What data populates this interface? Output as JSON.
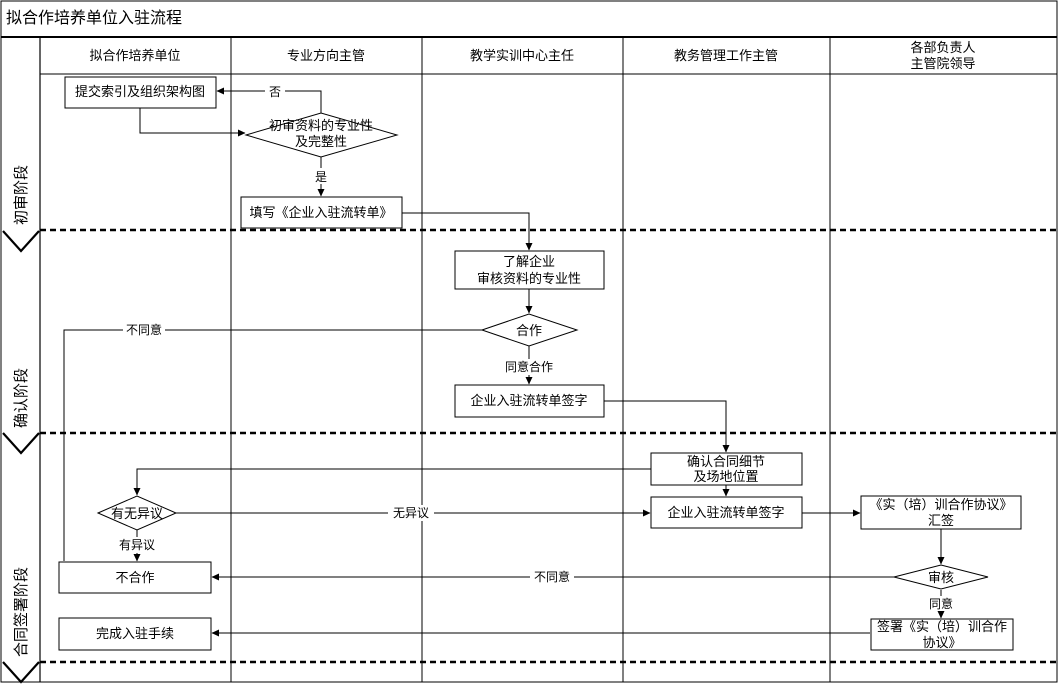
{
  "title": "拟合作培养单位入驻流程",
  "lanes": [
    "拟合作培养单位",
    "专业方向主管",
    "教学实训中心主任",
    "教务管理工作主管",
    "各部负责人\n主管院领导"
  ],
  "phases": [
    "初审阶段",
    "确认阶段",
    "合同签署阶段"
  ],
  "nodes": {
    "submit": "提交索引及组织架构图",
    "initial_review": "初审资料的专业性\n及完整性",
    "fill_form": "填写《企业入驻流转单》",
    "understand": "了解企业\n审核资料的专业性",
    "cooperate": "合作",
    "sign_form_1": "企业入驻流转单签字",
    "confirm_details": "确认合同细节\n及场地位置",
    "sign_form_2": "企业入驻流转单签字",
    "agreement_summary": "《实（培）训合作协议》\n汇签",
    "objection": "有无异议",
    "no_cooperation": "不合作",
    "audit": "审核",
    "complete": "完成入驻手续",
    "sign_agreement": "签署《实（培）训合作\n协议》"
  },
  "labels": {
    "no": "否",
    "yes": "是",
    "disagree_1": "不同意",
    "agree_cooperate": "同意合作",
    "no_objection": "无异议",
    "has_objection": "有异议",
    "disagree_2": "不同意",
    "agree": "同意"
  }
}
